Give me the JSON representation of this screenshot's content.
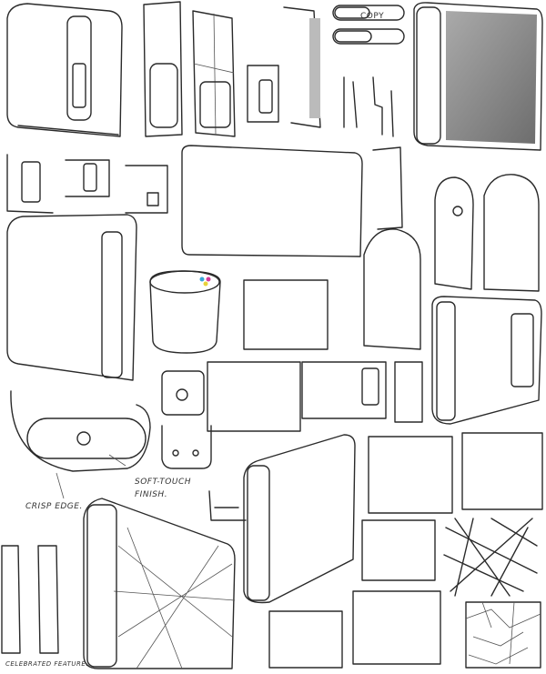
{
  "sheet": {
    "annotations": {
      "copy_button": "COPY",
      "soft_touch": "SOFT-TOUCH FINISH.",
      "crisp_edge": "CRISP EDGE.",
      "celebrated_feature": "CELEBRATED FEATURE."
    },
    "colors": {
      "ink": "#2a2a2a",
      "light_fill": "#e2e2e2",
      "mid_fill": "#b5b5b5",
      "dark_fill": "#7a7a7a",
      "paper": "#ffffff"
    }
  }
}
